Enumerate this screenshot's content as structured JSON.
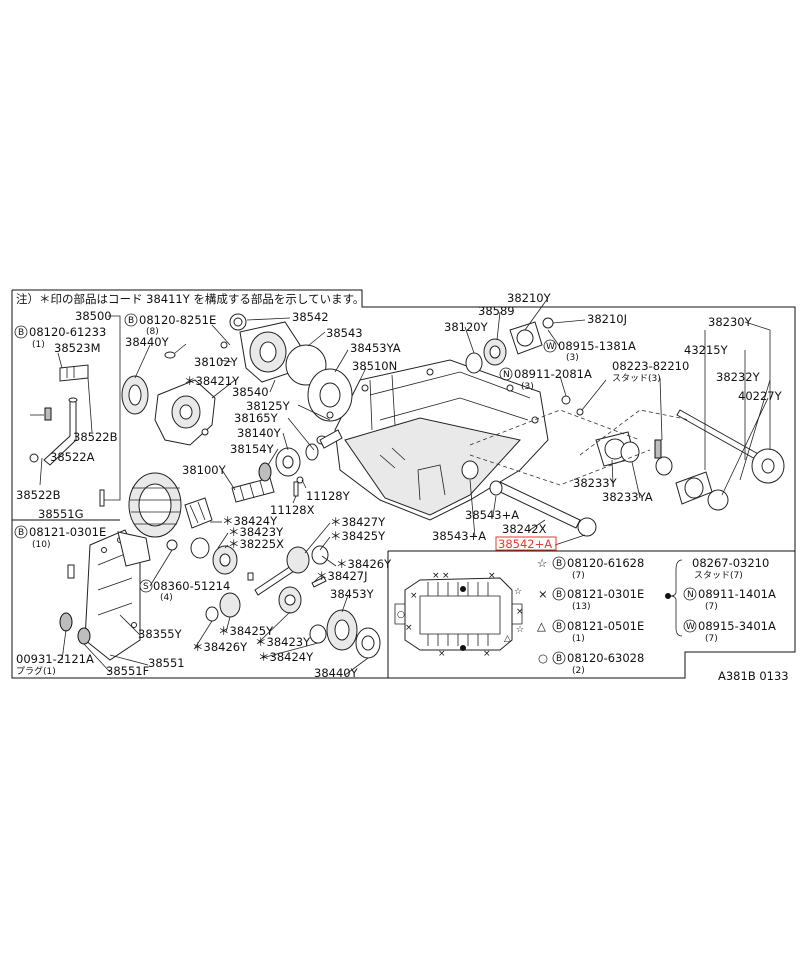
{
  "note": "注）＊印の部品はコード 38411Y を構成する部品を示しています。",
  "figure_code": "A381B 0133",
  "highlight_color": "#e53935",
  "labels": {
    "p38500": "38500",
    "p08120_61233": "08120-61233",
    "p08120_61233_q": "(1)",
    "p38523M": "38523M",
    "p38440Y_a": "38440Y",
    "p08120_8251E": "08120-8251E",
    "p08120_8251E_q": "(8)",
    "p38542": "38542",
    "p38543": "38543",
    "p38453YA": "38453YA",
    "p38510N": "38510N",
    "p38102Y": "38102Y",
    "p38421Y": "＊38421Y",
    "p38540": "38540",
    "p38522B_a": "38522B",
    "p38522A": "38522A",
    "p38125Y": "38125Y",
    "p38165Y": "38165Y",
    "p38140Y": "38140Y",
    "p38154Y": "38154Y",
    "p38522B_b": "38522B",
    "p38551G": "38551G",
    "p38100Y": "38100Y",
    "p11128Y": "11128Y",
    "p11128X": "11128X",
    "p38424Y_a": "＊38424Y",
    "p38423Y_a": "＊38423Y",
    "p38225X": "＊38225X",
    "p38427Y": "＊38427Y",
    "p38425Y_a": "＊38425Y",
    "p38426Y_a": "＊38426Y",
    "p38427J": "＊38427J",
    "p08121_0301E": "08121-0301E",
    "p08121_0301E_q": "(10)",
    "p08360_51214": "08360-51214",
    "p08360_51214_q": "(4)",
    "p38453Y": "38453Y",
    "p38425Y_b": "＊38425Y",
    "p38426Y_b": "＊38426Y",
    "p38423Y_b": "＊38423Y",
    "p38424Y_b": "＊38424Y",
    "p38355Y": "38355Y",
    "p38551": "38551",
    "p00931_2121A": "00931-2121A",
    "p00931_plug": "プラグ(1)",
    "p38551F": "38551F",
    "p38440Y_b": "38440Y",
    "p38210Y": "38210Y",
    "p38589": "38589",
    "p38120Y": "38120Y",
    "p38210J": "38210J",
    "p08915_1381A": "08915-1381A",
    "p08915_1381A_q": "(3)",
    "p08911_2081A": "08911-2081A",
    "p08911_2081A_q": "(3)",
    "p38230Y": "38230Y",
    "p43215Y": "43215Y",
    "p08223_82210": "08223-82210",
    "p08223_stud": "スタッド(3)",
    "p38232Y": "38232Y",
    "p40227Y": "40227Y",
    "p38233Y": "38233Y",
    "p38233YA": "38233YA",
    "p38543A_a": "38543+A",
    "p38242X": "38242X",
    "p38543A_b": "38543+A",
    "p38542A": "38542+A"
  },
  "legend": {
    "star_code": "08120-61628",
    "star_qty": "(7)",
    "x_code": "08121-0301E",
    "x_qty": "(13)",
    "tri_code": "08121-0501E",
    "tri_qty": "(1)",
    "circ_code": "08120-63028",
    "circ_qty": "(2)",
    "stud_code": "08267-03210",
    "stud_note": "スタッド(7)",
    "n_code": "08911-1401A",
    "n_qty": "(7)",
    "w_code": "08915-3401A",
    "w_qty": "(7)"
  }
}
